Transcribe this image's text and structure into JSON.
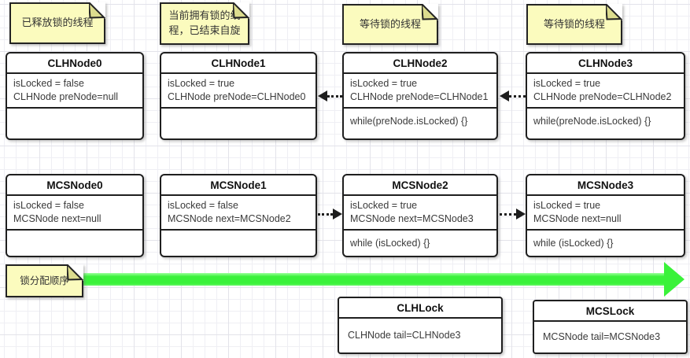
{
  "notes": [
    {
      "text": "已释放锁的线程"
    },
    {
      "text": "当前拥有锁的线程，已结束自旋"
    },
    {
      "text": "等待锁的线程"
    },
    {
      "text": "等待锁的线程"
    },
    {
      "text": "锁分配顺序"
    }
  ],
  "clh_nodes": [
    {
      "title": "CLHNode0",
      "attr1": "isLocked = false",
      "attr2": "CLHNode preNode=null",
      "method": ""
    },
    {
      "title": "CLHNode1",
      "attr1": "isLocked = true",
      "attr2": "CLHNode preNode=CLHNode0",
      "method": ""
    },
    {
      "title": "CLHNode2",
      "attr1": "isLocked = true",
      "attr2": "CLHNode preNode=CLHNode1",
      "method": "while(preNode.isLocked) {}"
    },
    {
      "title": "CLHNode3",
      "attr1": "isLocked = true",
      "attr2": "CLHNode preNode=CLHNode2",
      "method": "while(preNode.isLocked) {}"
    }
  ],
  "mcs_nodes": [
    {
      "title": "MCSNode0",
      "attr1": "isLocked = false",
      "attr2": "MCSNode next=null",
      "method": ""
    },
    {
      "title": "MCSNode1",
      "attr1": "isLocked = false",
      "attr2": "MCSNode next=MCSNode2",
      "method": ""
    },
    {
      "title": "MCSNode2",
      "attr1": "isLocked = true",
      "attr2": "MCSNode next=MCSNode3",
      "method": "while (isLocked) {}"
    },
    {
      "title": "MCSNode3",
      "attr1": "isLocked = true",
      "attr2": "MCSNode next=null",
      "method": "while (isLocked) {}"
    }
  ],
  "locks": [
    {
      "title": "CLHLock",
      "attr": "CLHNode tail=CLHNode3"
    },
    {
      "title": "MCSLock",
      "attr": "MCSNode tail=MCSNode3"
    }
  ],
  "colors": {
    "note_fill": "#fbfbbe",
    "note_fold": "#dcdc8e",
    "arrow_green": "#3af23a",
    "shape_border": "#1f1f1f"
  }
}
